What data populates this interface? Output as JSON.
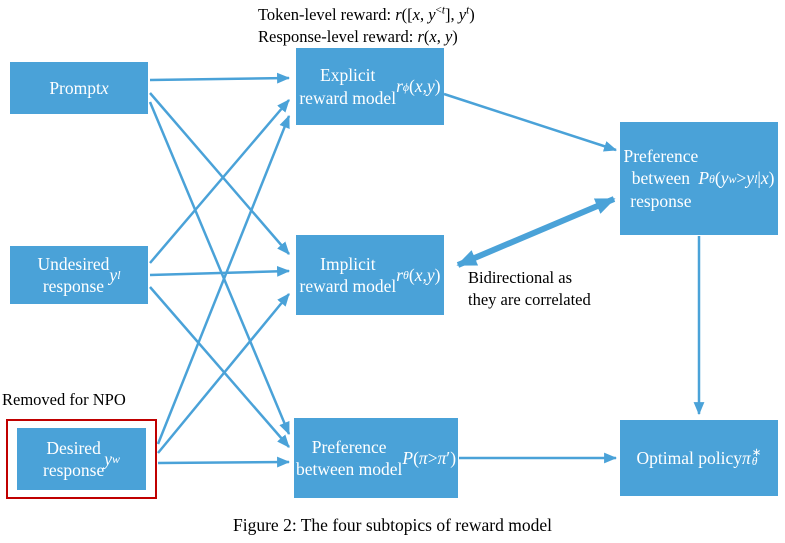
{
  "colors": {
    "box_blue": "#4aa2d8",
    "highlight_red": "#c00000",
    "ink": "#000000"
  },
  "annotations": {
    "token_level": "Token-level reward: <i>r</i>([<i>x</i>, <i>y</i><sup>&lt;<i>t</i></sup>], <i>y</i><sup><i>t</i></sup>)",
    "response_level": "Response-level reward: <i>r</i>(<i>x</i>, <i>y</i>)",
    "removed_for_npo": "Removed for NPO",
    "bidirectional": "Bidirectional as<br>they are correlated",
    "caption": "Figure 2: The four subtopics of reward model"
  },
  "boxes": {
    "prompt": "Prompt <i>x</i>",
    "undesired": "Undesired<br>response <i>y</i><sub><i>l</i></sub>",
    "desired": "Desired<br>response <i>y</i><sub><i>w</i></sub>",
    "explicit": "Explicit<br>reward model<br><i>r</i><sub><i>ϕ</i></sub>(<i>x</i>, <i>y</i>)",
    "implicit": "Implicit<br>reward model<br><i>r</i><sub><i>θ</i></sub>(<i>x</i>, <i>y</i>)",
    "pref_model": "Preference<br>between model<br><i>P</i>(<i>π</i> &gt; <i>π</i>′)",
    "pref_response": "Preference<br>between<br>response<br><i>P</i><sub><i>θ</i></sub>(<i>y</i><sub><i>w</i></sub> &gt; <i>y</i><sub><i>l</i></sub>|<i>x</i>)",
    "optimal_policy": "Optimal policy<br><i>π</i><span class='ss'><span>∗</span><span><i>θ</i></span></span>"
  }
}
